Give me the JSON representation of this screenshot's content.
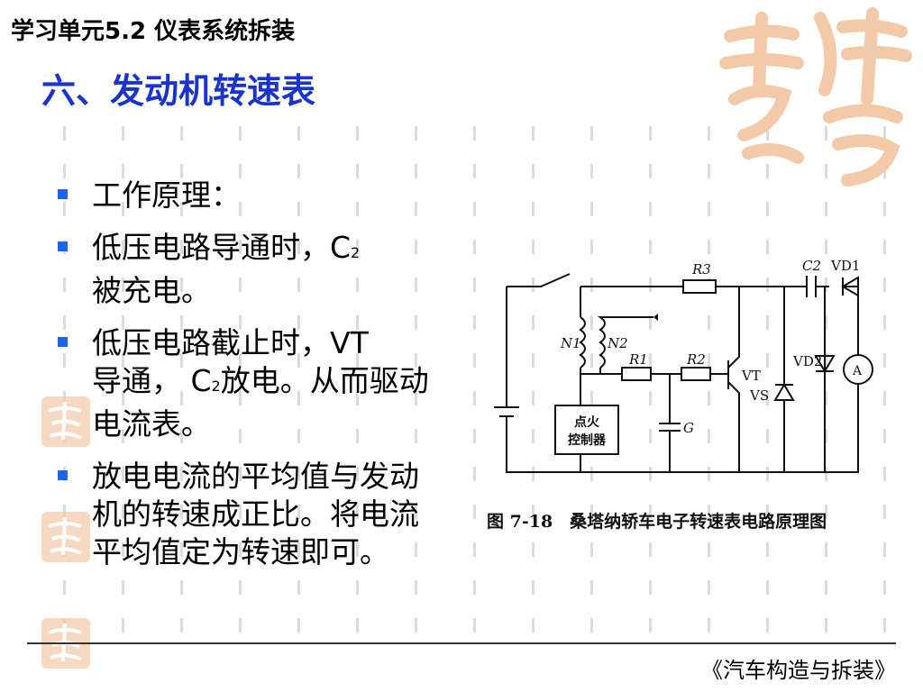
{
  "header": {
    "title": "学习单元5.2 仪表系统拆装"
  },
  "section": {
    "title": "六、发动机转速表"
  },
  "bullets": [
    {
      "text": "工作原理："
    },
    {
      "parts": [
        "低压电路导通时，",
        "C",
        "2",
        "被充电。"
      ]
    },
    {
      "parts": [
        "低压电路截止时，",
        "VT",
        "导通，",
        "C",
        "2",
        "放电。从而驱动电流表。"
      ]
    },
    {
      "text": "放电电流的平均值与发动机的转速成正比。将电流平均值定为转速即可。"
    }
  ],
  "diagram": {
    "labels": {
      "r3": "R3",
      "c2": "C2",
      "vd1": "VD1",
      "n1": "N1",
      "n2": "N2",
      "r1": "R1",
      "r2": "R2",
      "vt": "VT",
      "vd2": "VD2",
      "vs": "VS",
      "ammeter": "A",
      "g": "G",
      "box_line1": "点火",
      "box_line2": "控制器"
    }
  },
  "caption": "图 7-18　桑塔纳轿车电子转速表电路原理图",
  "footer": {
    "text": "《汽车构造与拆装》"
  },
  "colors": {
    "title_blue": "#1a33cc",
    "bullet_blue": "#1a66e6",
    "seal_orange": "#f3c9a8"
  }
}
